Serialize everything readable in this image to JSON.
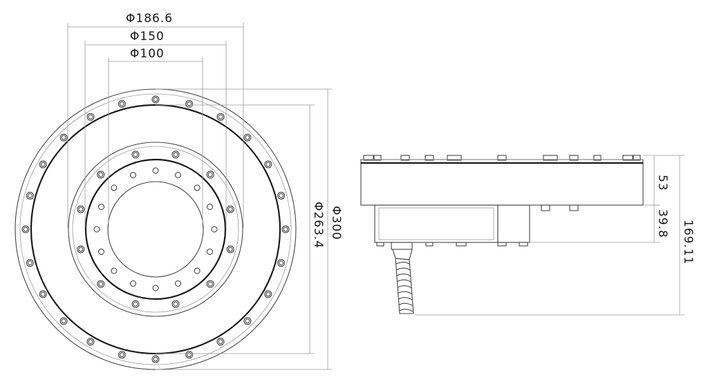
{
  "drawing": {
    "front_view": {
      "dia_outer_pcd": "Φ186.6",
      "dia_middle": "Φ150",
      "dia_inner": "Φ100",
      "dia_body": "Φ263.4",
      "dia_flange": "Φ300"
    },
    "side_view": {
      "height_top": "53",
      "height_bottom": "39.8",
      "height_total": "169.11"
    }
  }
}
